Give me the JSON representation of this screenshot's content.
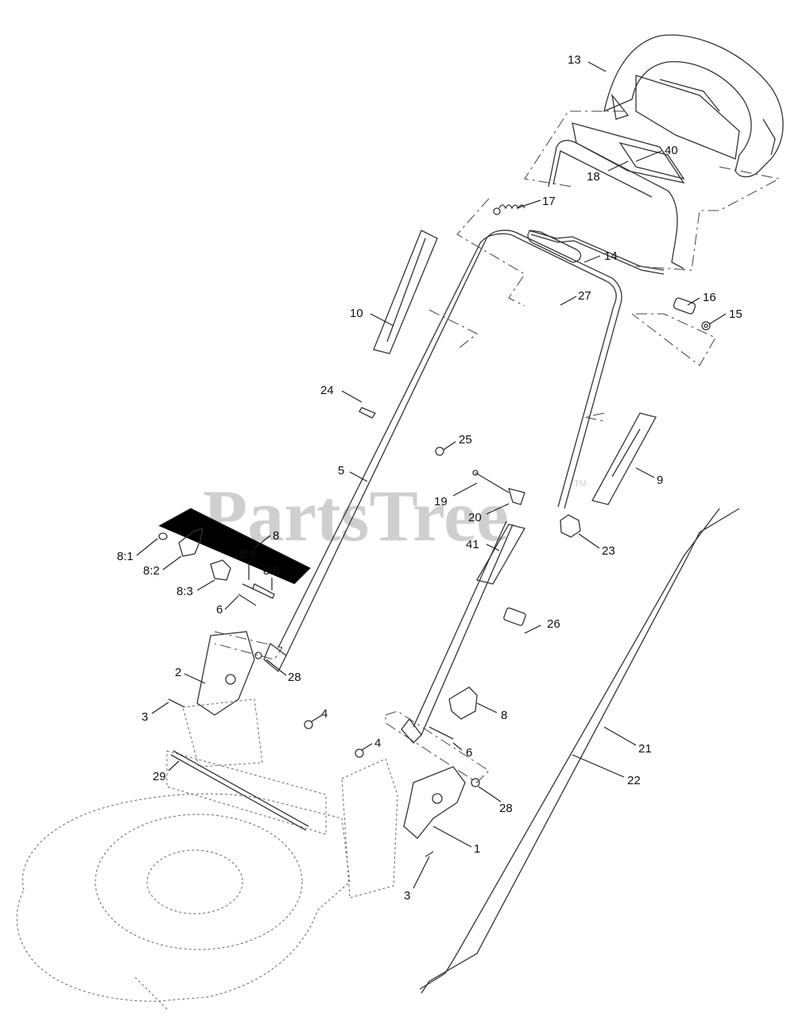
{
  "watermark": {
    "text": "PartsTree",
    "tm": "TM"
  },
  "callouts": [
    {
      "id": "13",
      "text": "13"
    },
    {
      "id": "40",
      "text": "40"
    },
    {
      "id": "18",
      "text": "18"
    },
    {
      "id": "17",
      "text": "17"
    },
    {
      "id": "14",
      "text": "14"
    },
    {
      "id": "27",
      "text": "27"
    },
    {
      "id": "16",
      "text": "16"
    },
    {
      "id": "15",
      "text": "15"
    },
    {
      "id": "10",
      "text": "10"
    },
    {
      "id": "24",
      "text": "24"
    },
    {
      "id": "25",
      "text": "25"
    },
    {
      "id": "9",
      "text": "9"
    },
    {
      "id": "5",
      "text": "5"
    },
    {
      "id": "19",
      "text": "19"
    },
    {
      "id": "20",
      "text": "20"
    },
    {
      "id": "23",
      "text": "23"
    },
    {
      "id": "41",
      "text": "41"
    },
    {
      "id": "8-top",
      "text": "8"
    },
    {
      "id": "8-1",
      "text": "8:1"
    },
    {
      "id": "8-2",
      "text": "8:2"
    },
    {
      "id": "8-4",
      "text": "8:4"
    },
    {
      "id": "8-5",
      "text": "8:5"
    },
    {
      "id": "8-3",
      "text": "8:3"
    },
    {
      "id": "6-top",
      "text": "6"
    },
    {
      "id": "26",
      "text": "26"
    },
    {
      "id": "2",
      "text": "2"
    },
    {
      "id": "28-top",
      "text": "28"
    },
    {
      "id": "3-top",
      "text": "3"
    },
    {
      "id": "4-top",
      "text": "4"
    },
    {
      "id": "8-bottom",
      "text": "8"
    },
    {
      "id": "6-bottom",
      "text": "6"
    },
    {
      "id": "21",
      "text": "21"
    },
    {
      "id": "4-bottom",
      "text": "4"
    },
    {
      "id": "29",
      "text": "29"
    },
    {
      "id": "22",
      "text": "22"
    },
    {
      "id": "28-bottom",
      "text": "28"
    },
    {
      "id": "1",
      "text": "1"
    },
    {
      "id": "3-bottom",
      "text": "3"
    }
  ]
}
